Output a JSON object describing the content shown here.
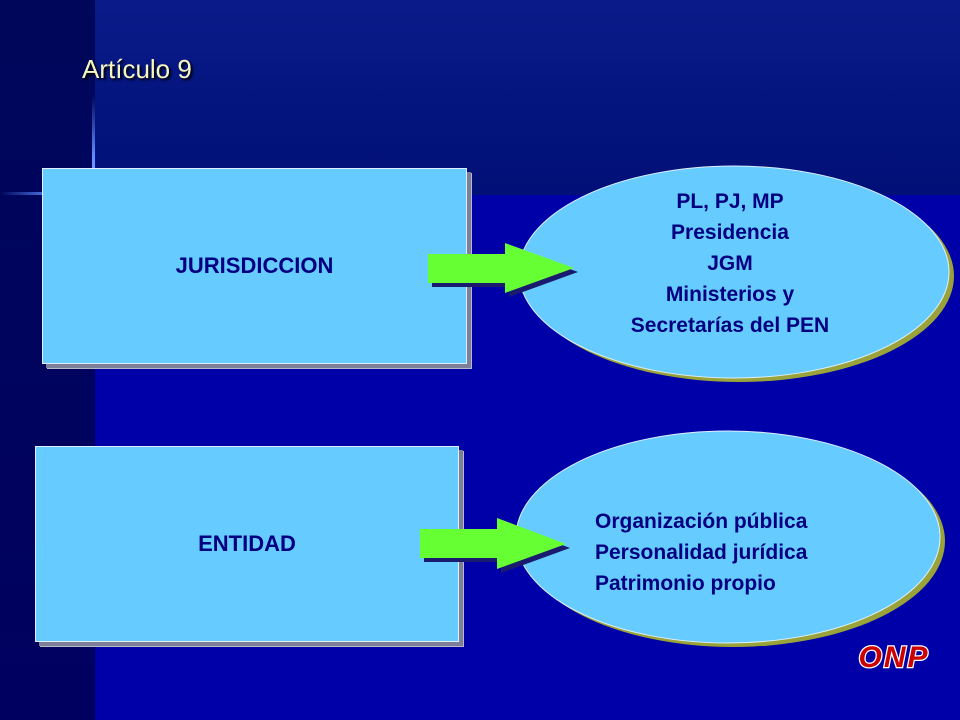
{
  "title": "Artículo 9",
  "boxes": {
    "jurisdiccion": "JURISDICCION",
    "entidad": "ENTIDAD"
  },
  "ellipses": {
    "jurisdiccion_items": [
      "PL, PJ, MP",
      "Presidencia",
      "JGM",
      "Ministerios y",
      "Secretarías del PEN"
    ],
    "entidad_items": [
      "Organización pública",
      "Personalidad jurídica",
      "Patrimonio propio"
    ]
  },
  "logo": "ONP",
  "colors": {
    "background": "#0000a8",
    "box_fill": "#66ccff",
    "ellipse_fill": "#66ccff",
    "arrow_fill": "#66ff33",
    "text": "#000080",
    "title": "#f6f6bf",
    "logo_red": "#cc0000"
  }
}
